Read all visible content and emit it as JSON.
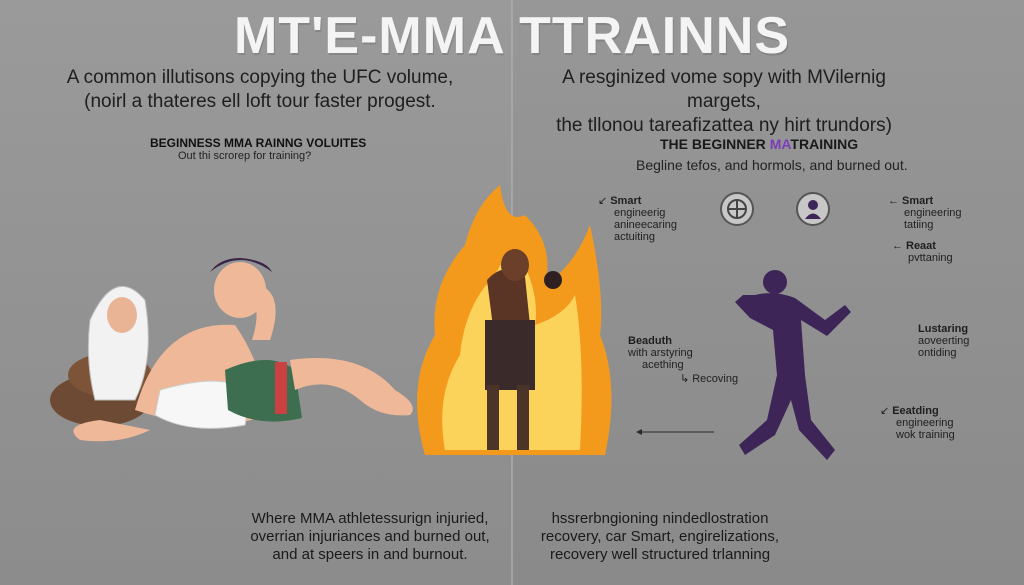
{
  "title": "MT'E-MMA TTRAINNS",
  "left": {
    "subtitle_line1": "A common illutisons copying the UFC volume,",
    "subtitle_line2": "(noirl a thateres ell loft tour faster progest.",
    "header": "BEGINNESS MMA RAINNG VOLUITES",
    "header_sub": "Out thi scrorep for training?",
    "bottom_line1": "Where MMA athletessurign injuried,",
    "bottom_line2": "overrian injuriances and burned out,",
    "bottom_line3": "and at speers in and burnout."
  },
  "right": {
    "subtitle_line1": "A resginized vome sopy with MVilernig margets,",
    "subtitle_line2": "the tllonou tareafizattea ny hirt trundors)",
    "header_a": "THE BEGINNER ",
    "header_accent": "MA",
    "header_b": "TRAINING",
    "header_sub": "Begline tefos, and hormols, and burned out.",
    "labels": [
      {
        "title": "Smart",
        "lines": [
          "engineerig",
          "anineecaring",
          "actuiting"
        ]
      },
      {
        "title": "Smart",
        "lines": [
          "engineering",
          "tatiing"
        ]
      },
      {
        "title": "Reaat",
        "lines": [
          "pvttaning"
        ]
      },
      {
        "title": "Lustaring",
        "lines": [
          "aoveerting",
          "ontiding"
        ]
      },
      {
        "title": "Beaduth",
        "lines": [
          "with arstyring",
          "acething"
        ]
      },
      {
        "title": "",
        "lines": [
          "Recoving"
        ]
      },
      {
        "title": "Eeatding",
        "lines": [
          "engineering",
          "wok training"
        ]
      }
    ],
    "bottom_line1": "hssrerbngioning nindedlostration",
    "bottom_line2": "recovery, car Smart, engirelizations,",
    "bottom_line3": "recovery well structured trlanning"
  },
  "colors": {
    "fire_outer": "#f39a1d",
    "fire_inner": "#fcd35a",
    "silhouette": "#3d2557",
    "accent": "#7b3db8"
  }
}
